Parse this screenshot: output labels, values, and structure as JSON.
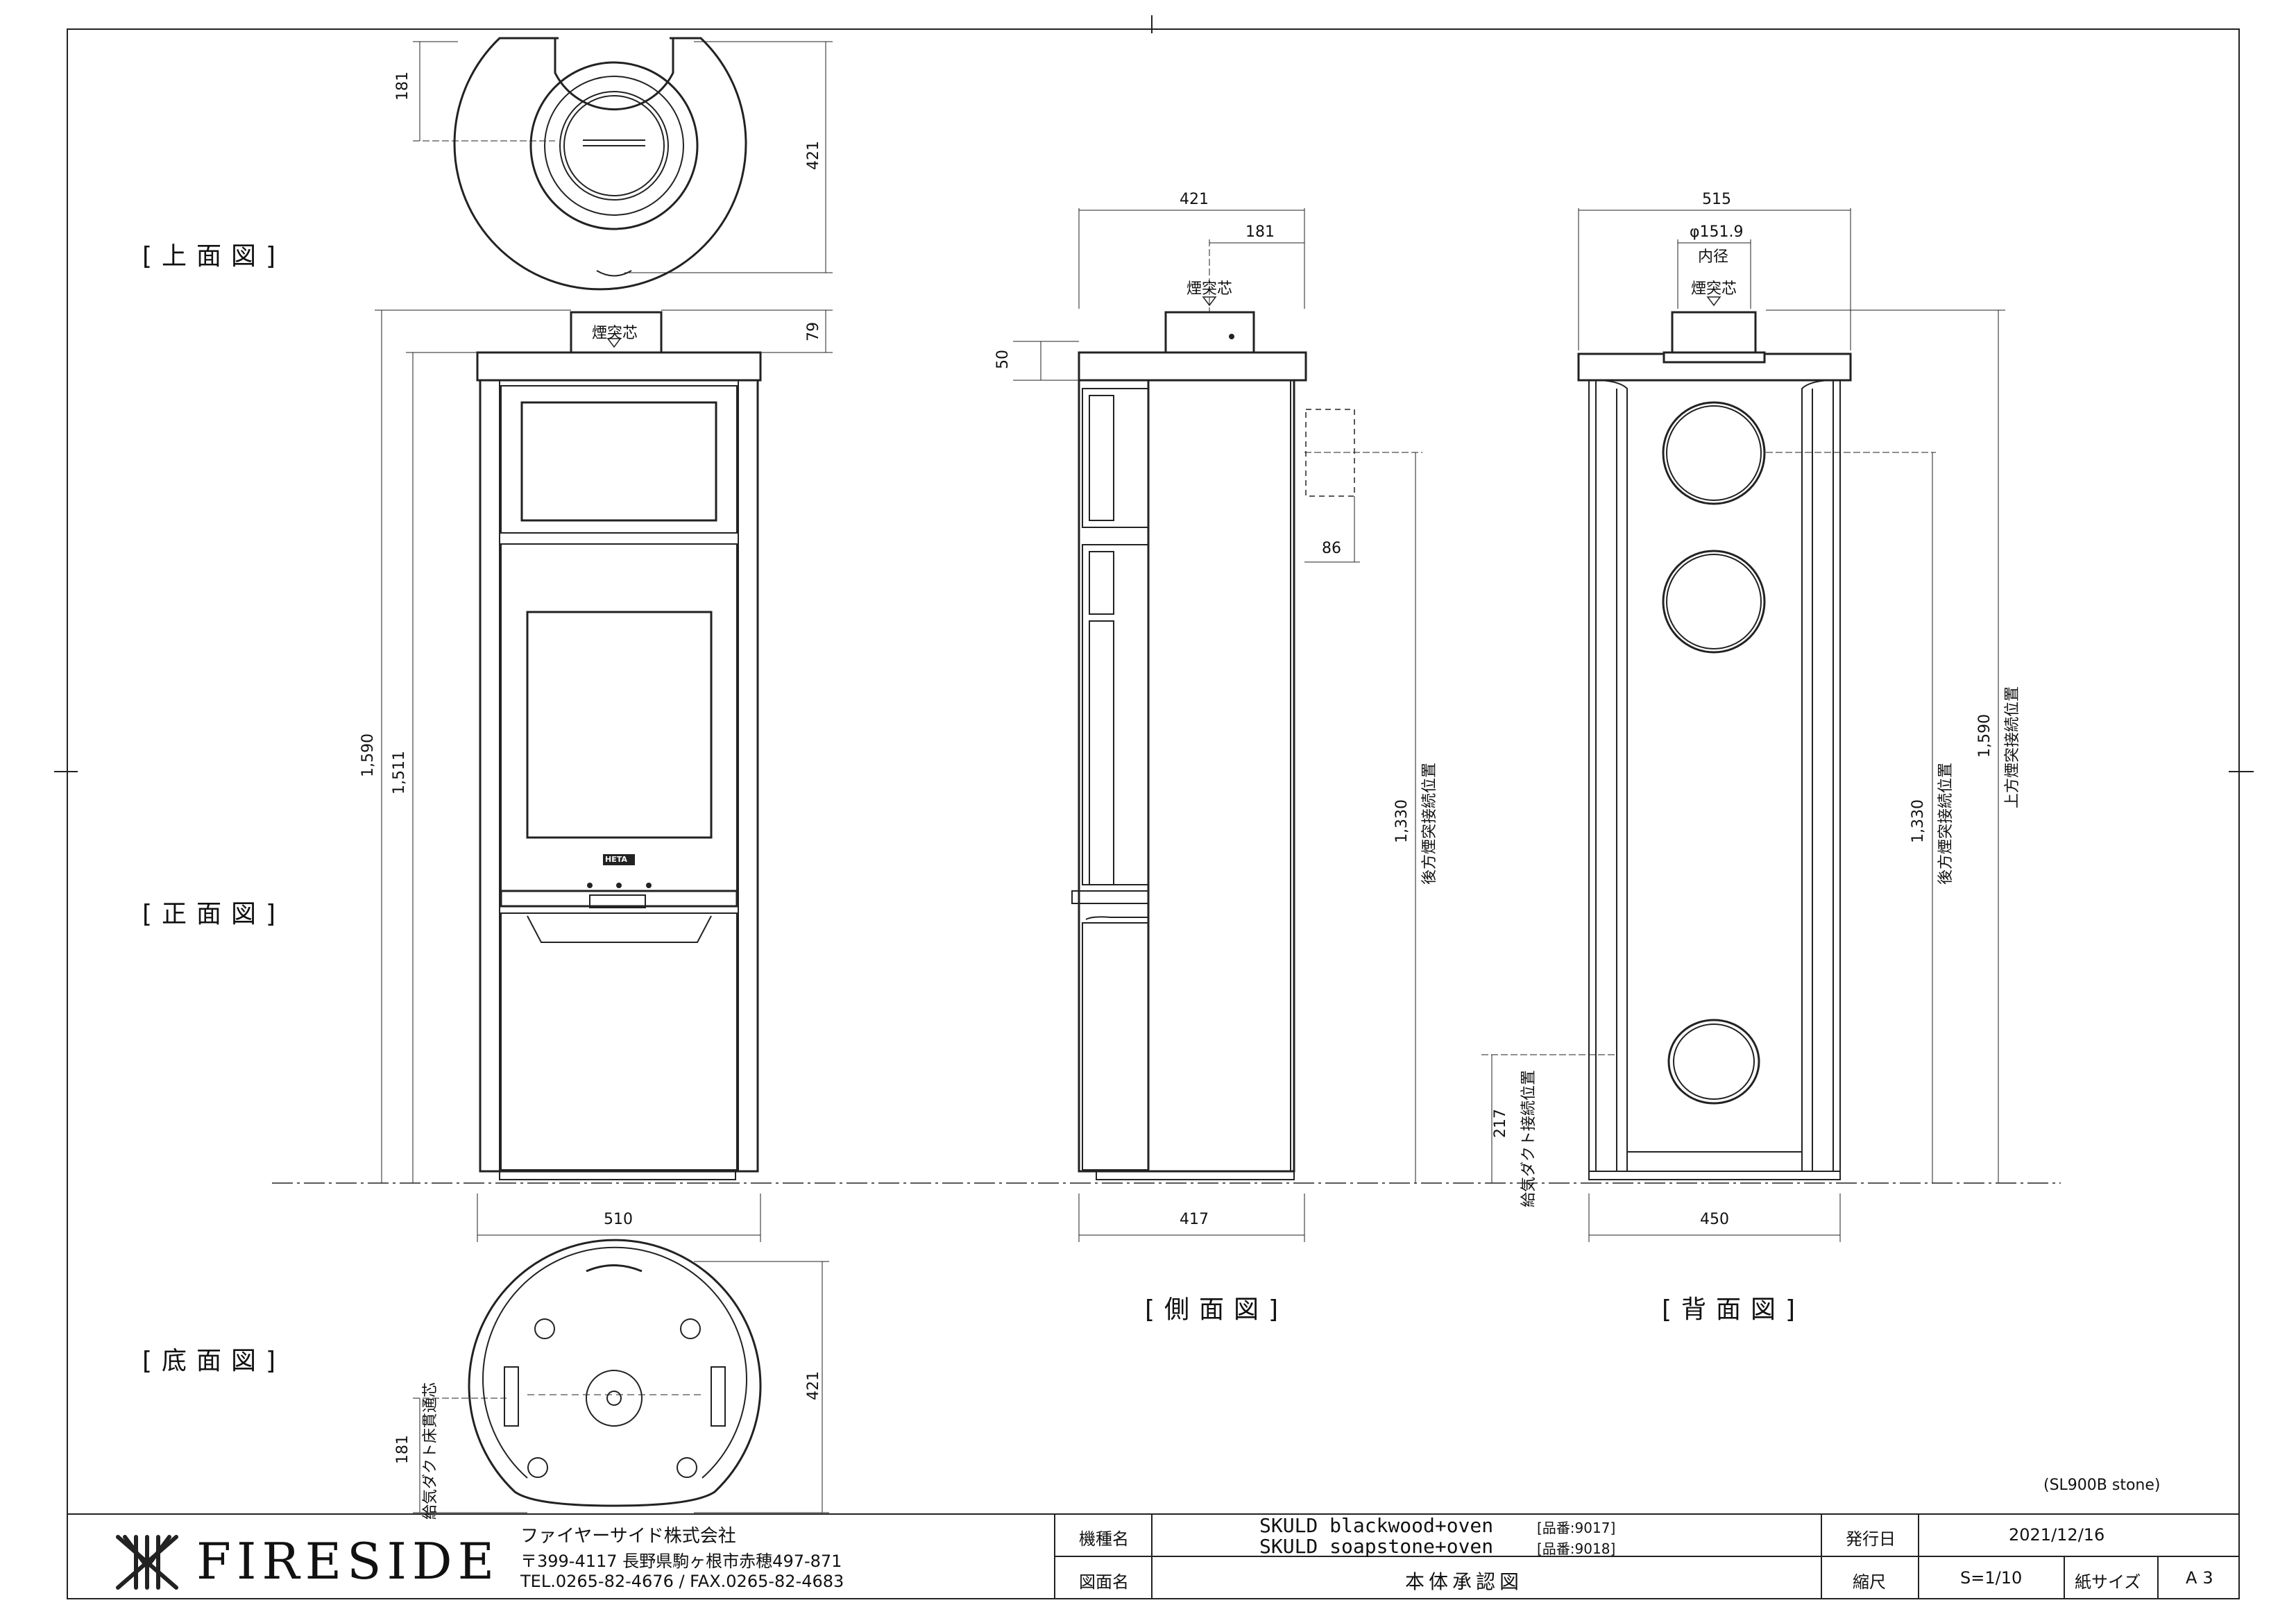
{
  "views": {
    "top": "[上面図]",
    "front": "[正面図]",
    "bottom": "[底面図]",
    "side": "[側面図]",
    "back": "[背面図]"
  },
  "dimensions": {
    "top_181": "181",
    "top_421": "421",
    "front_79": "79",
    "front_1590": "1,590",
    "front_1511": "1,511",
    "front_510": "510",
    "side_421": "421",
    "side_181": "181",
    "side_50": "50",
    "side_86": "86",
    "side_1330": "1,330",
    "side_217": "217",
    "side_417": "417",
    "back_515": "515",
    "back_phi": "φ151.9",
    "back_inner": "内径",
    "back_1330": "1,330",
    "back_1590": "1,590",
    "back_450": "450",
    "bottom_421": "421",
    "bottom_181": "181"
  },
  "annotations": {
    "flue_center": "煙突芯",
    "rear_flue_position": "後方煙突接続位置",
    "top_flue_position": "上方煙突接続位置",
    "air_duct_position": "給気ダクト接続位置",
    "air_duct_floor": "給気ダクト床貫通芯",
    "model_note": "(SL900B stone)",
    "badge": "HETA"
  },
  "title_block": {
    "company_name": "ファイヤーサイド株式会社",
    "address": "〒399-4117 長野県駒ヶ根市赤穂497-871",
    "contact": "TEL.0265-82-4676 / FAX.0265-82-4683",
    "logo_text": "FIRESIDE",
    "model_label": "機種名",
    "model_line1": "SKULD blackwood+oven",
    "model_line1_code": "[品番:9017]",
    "model_line2": "SKULD soapstone+oven",
    "model_line2_code": "[品番:9018]",
    "drawing_label": "図面名",
    "drawing_name": "本体承認図",
    "issue_label": "発行日",
    "issue_date": "2021/12/16",
    "scale_label": "縮尺",
    "scale_value": "S=1/10",
    "paper_label": "紙サイズ",
    "paper_value": "A3"
  }
}
